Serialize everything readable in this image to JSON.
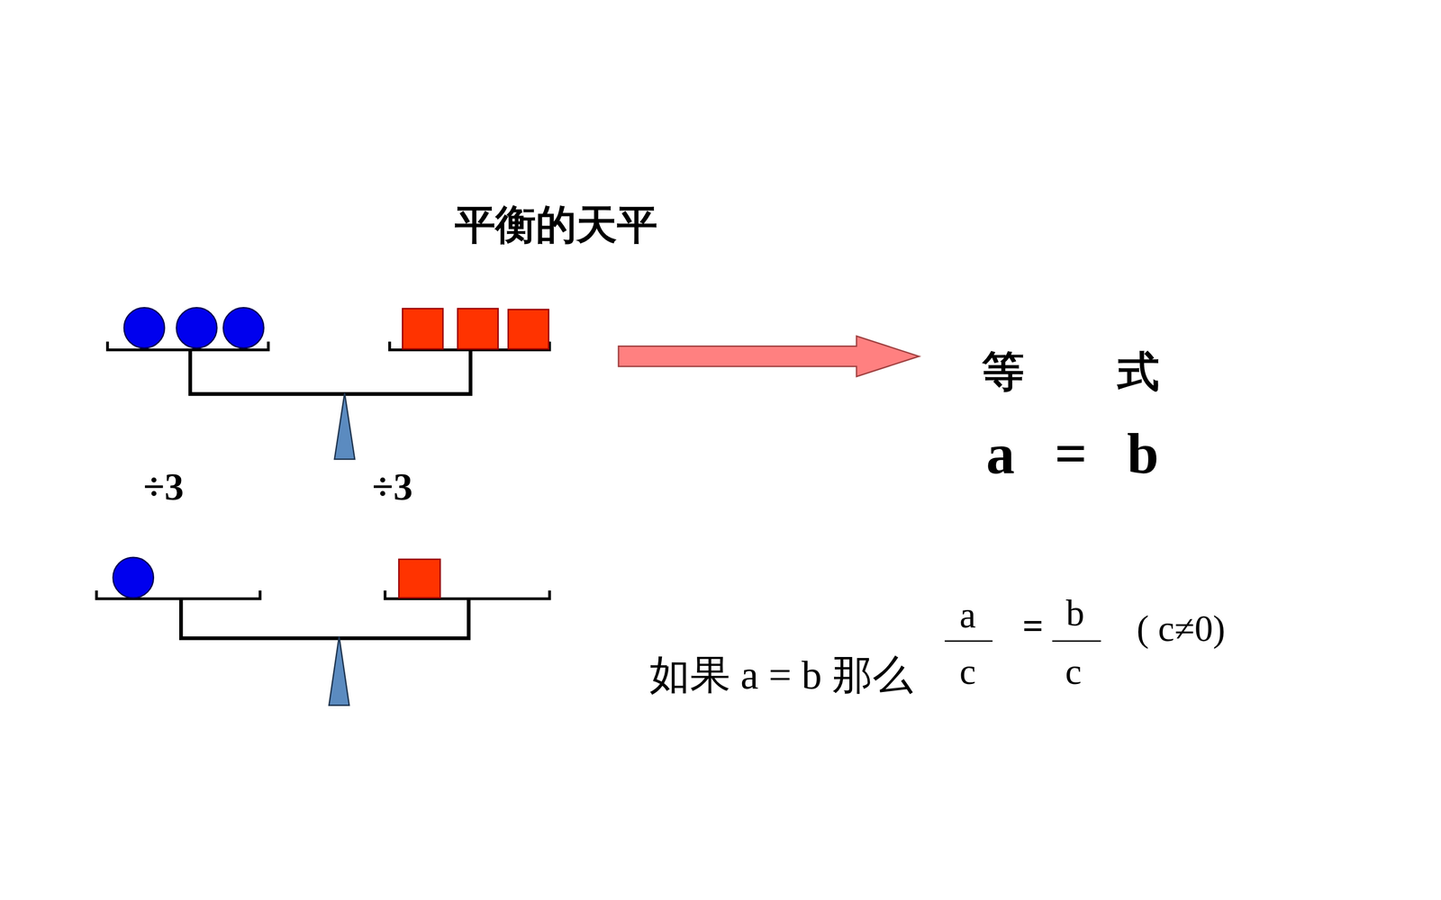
{
  "diagram": {
    "title": "平衡的天平",
    "labels": [
      "等 式",
      "a = b",
      "÷3",
      "÷3",
      "如果 a = b 那么",
      "a",
      "c",
      "=",
      "b",
      "c",
      "( c≠0)"
    ]
  }
}
